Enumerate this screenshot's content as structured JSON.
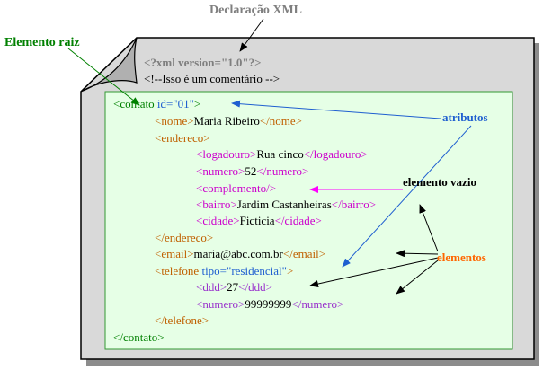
{
  "labels": {
    "declaracao": "Declaração XML",
    "elemento_raiz": "Elemento raiz",
    "atributos": "atributos",
    "elemento_vazio": "elemento vazio",
    "elementos": "elementos"
  },
  "code": {
    "declaration": "<?xml version=\"1.0\"?>",
    "comment": "<!--Isso é um comentário -->",
    "contato_open": "<contato",
    "contato_attr": "id=\"01\"",
    "contato_close_bracket": ">",
    "nome_open": "<nome>",
    "nome_value": "Maria Ribeiro",
    "nome_close": "</nome>",
    "endereco_open": "<endereco>",
    "logadouro_open": "<logadouro>",
    "logadouro_value": "Rua cinco",
    "logadouro_close": "</logadouro>",
    "numero_open": "<numero>",
    "numero_value": "52",
    "numero_close": "</numero>",
    "complemento": "<complemento/>",
    "bairro_open": "<bairro>",
    "bairro_value": "Jardim Castanheiras",
    "bairro_close": "</bairro>",
    "cidade_open": "<cidade>",
    "cidade_value": "Ficticia",
    "cidade_close": "</cidade>",
    "endereco_close": "</endereco>",
    "email_open": "<email>",
    "email_value": "maria@abc.com.br",
    "email_close": "</email>",
    "telefone_open": "<telefone",
    "telefone_attr": "tipo=\"residencial\"",
    "telefone_close_bracket": ">",
    "ddd_open": "<ddd>",
    "ddd_value": "27",
    "ddd_close": "</ddd>",
    "numero2_open": "<numero>",
    "numero2_value": "99999999",
    "numero2_close": "</numero>",
    "telefone_close": "</telefone>",
    "contato_close": "</contato>"
  },
  "colors": {
    "page_fill": "#d9d9d9",
    "code_area_fill": "#e6ffe6",
    "code_area_border": "#339933",
    "tag_brown": "#c06000",
    "tag_magenta": "#cc00cc",
    "tag_purple": "#9933cc",
    "attribute_blue": "#1f5fd0",
    "root_green": "#008000",
    "declaration_gray": "#7f7f7f",
    "label_orange": "#ff6600"
  }
}
